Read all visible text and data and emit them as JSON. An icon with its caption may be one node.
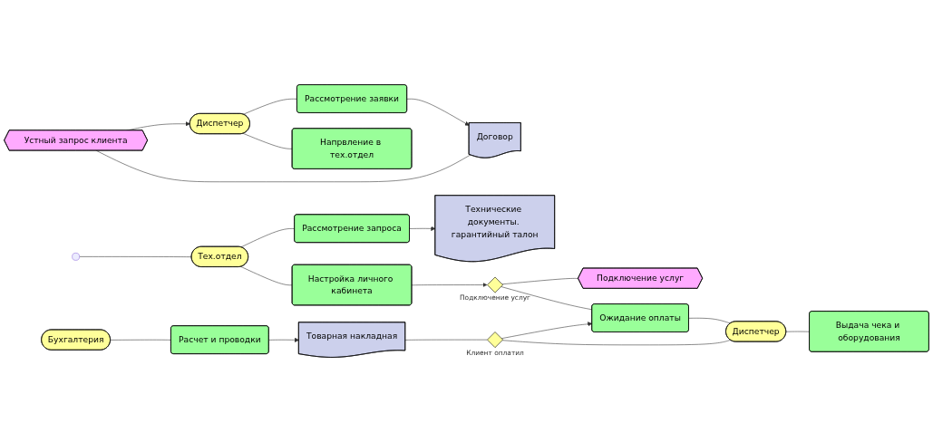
{
  "diagram": {
    "nodes": [
      {
        "text": [
          "Устный запрос клиента"
        ]
      },
      {
        "text": [
          "Диспетчер"
        ]
      },
      {
        "text": [
          "Рассмотрение заявки"
        ]
      },
      {
        "text": [
          "Договор"
        ]
      },
      {
        "text": [
          "Напрвление в тех.отдел"
        ]
      },
      {
        "text": [
          "Подключение услуг"
        ]
      },
      {
        "text": [
          "Тех.отдел"
        ]
      },
      {
        "text": [
          "Рассмотрение запроса"
        ]
      },
      {
        "text": [
          "Технические документы. гарантийный талон"
        ]
      },
      {
        "text": [
          "Настройка личного кабинета"
        ]
      },
      {
        "text": [],
        "shape": "diamond",
        "beside": [
          "Подключение услуг"
        ]
      },
      {
        "text": [
          "Бухгалтерия"
        ]
      },
      {
        "text": [
          "Расчет и проводки"
        ]
      },
      {
        "text": [
          "Товарная накладная"
        ]
      },
      {
        "text": [],
        "shape": "diamond",
        "beside": [
          "Клиент оплатил"
        ]
      },
      {
        "text": [
          "Ожидание оплаты"
        ]
      },
      {
        "text": [
          "Диспетчер"
        ]
      },
      {
        "text": [
          "Выдача чека и оборудования"
        ]
      }
    ],
    "edges": [
      {
        "from": 0,
        "to": 1,
        "arrow": "to"
      },
      {
        "from": 0,
        "to": 3,
        "arrow": "none"
      },
      {
        "from": 1,
        "to": 2,
        "arrow": "none"
      },
      {
        "from": 2,
        "to": 3,
        "arrow": "to"
      },
      {
        "from": 1,
        "to": 4,
        "arrow": "none"
      },
      {
        "from": null,
        "to": 6,
        "arrow": "none"
      },
      {
        "from": 6,
        "to": 7,
        "arrow": "none"
      },
      {
        "from": 7,
        "to": 8,
        "arrow": "to"
      },
      {
        "from": 6,
        "to": 9,
        "arrow": "none"
      },
      {
        "from": 9,
        "to": 10,
        "arrow": "to"
      },
      {
        "from": 10,
        "to": 5,
        "arrow": "none"
      },
      {
        "from": 10,
        "to": 15,
        "arrow": "none"
      },
      {
        "from": 11,
        "to": 12,
        "arrow": "none"
      },
      {
        "from": 12,
        "to": 13,
        "arrow": "to"
      },
      {
        "from": 13,
        "to": 14,
        "arrow": "none"
      },
      {
        "from": 14,
        "to": 15,
        "arrow": "to"
      },
      {
        "from": 14,
        "to": 16,
        "arrow": "none"
      },
      {
        "from": 16,
        "to": 17,
        "arrow": "none"
      },
      {
        "from": 15,
        "to": 16,
        "arrow": "none"
      }
    ]
  }
}
